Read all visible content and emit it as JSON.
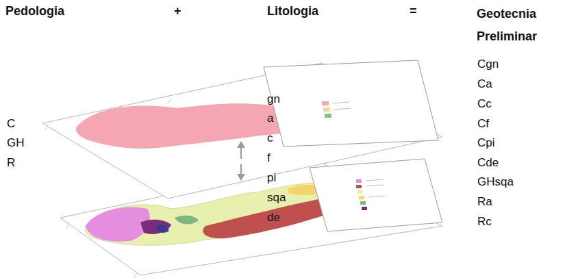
{
  "diagram": {
    "labels": [
      "Pedologia",
      "+",
      "Litologia",
      "=",
      "Geotecnia Preliminar",
      "C",
      "GH",
      "R",
      "gn",
      "a",
      "c",
      "f",
      "pi",
      "sqa",
      "de",
      "Cgn",
      "Ca",
      "Cc",
      "Cf",
      "Cpi",
      "Cde",
      "GHsqa",
      "Ra",
      "Rc"
    ]
  }
}
